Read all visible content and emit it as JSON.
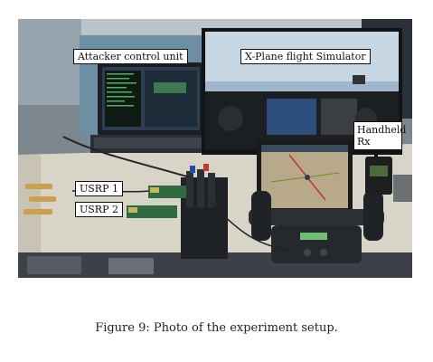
{
  "figure": {
    "labels": {
      "attacker": "Attacker control unit",
      "xplane": "X-Plane flight Simulator",
      "handheld": "Handheld Rx",
      "usrp1": "USRP 1",
      "usrp2": "USRP 2"
    },
    "caption": "Figure 9: Photo of the experiment setup."
  }
}
